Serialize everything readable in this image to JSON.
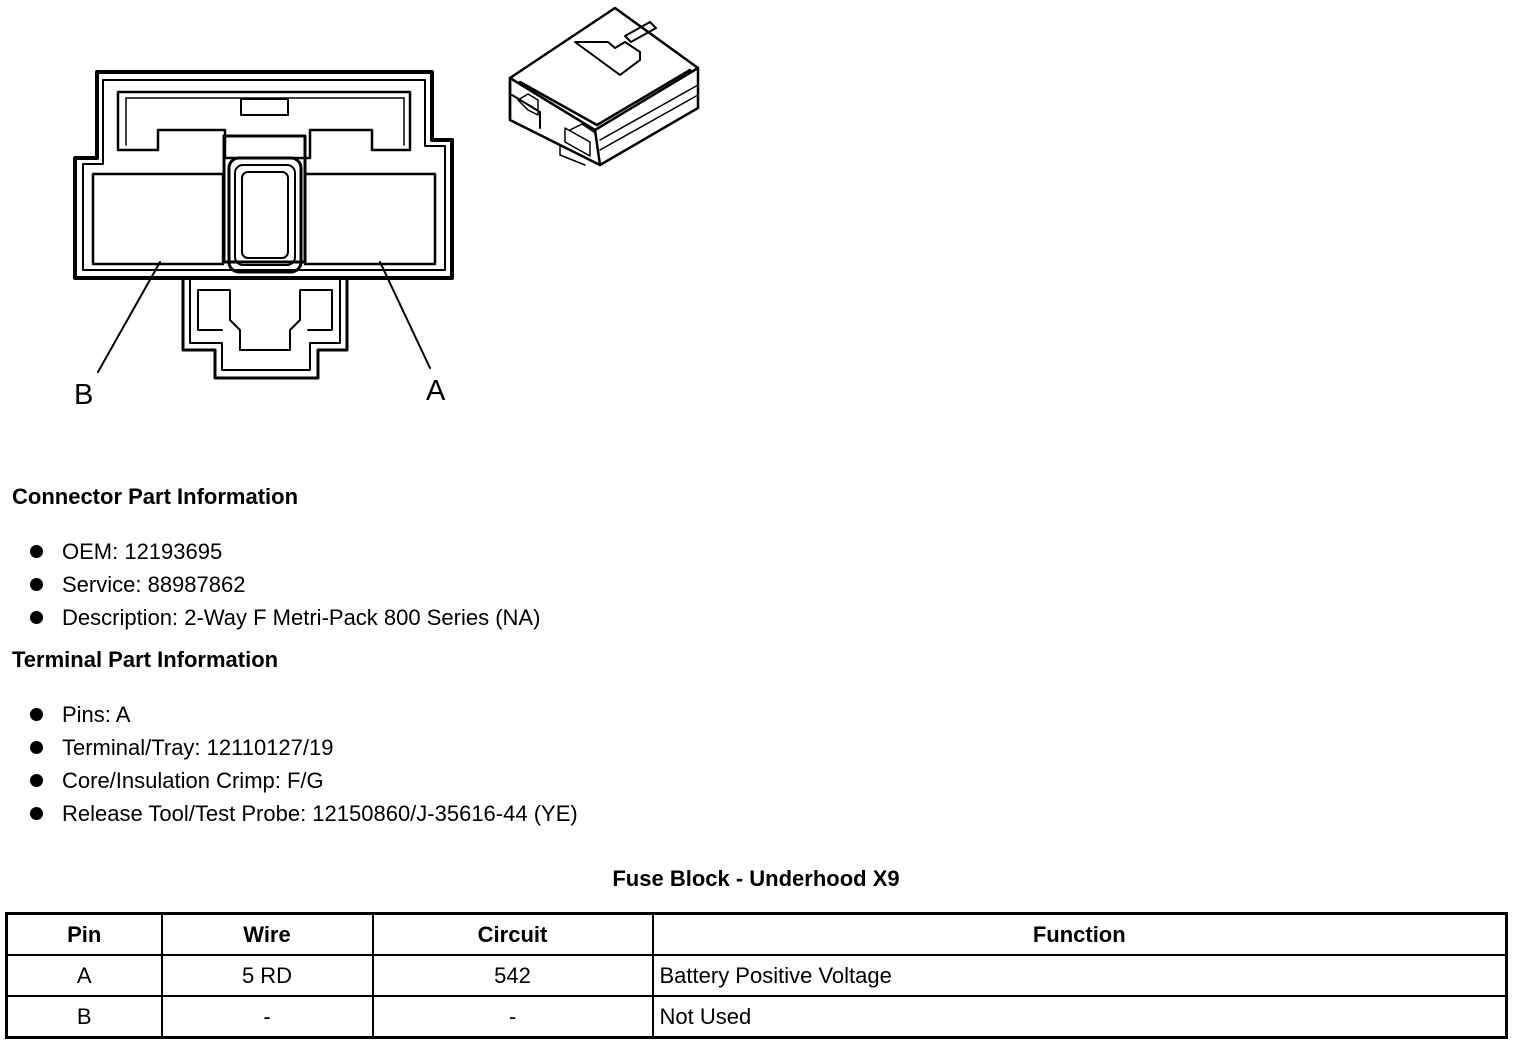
{
  "diagram": {
    "pin_labels": [
      "A",
      "B"
    ]
  },
  "connector_section": {
    "title": "Connector Part Information",
    "items": [
      "OEM: 12193695",
      "Service: 88987862",
      "Description: 2-Way F Metri-Pack 800 Series (NA)"
    ]
  },
  "terminal_section": {
    "title": "Terminal Part Information",
    "items": [
      "Pins: A",
      "Terminal/Tray: 12110127/19",
      "Core/Insulation Crimp: F/G",
      "Release Tool/Test Probe: 12150860/J-35616-44 (YE)"
    ]
  },
  "table": {
    "title": "Fuse Block - Underhood X9",
    "headers": [
      "Pin",
      "Wire",
      "Circuit",
      "Function"
    ],
    "rows": [
      [
        "A",
        "5 RD",
        "542",
        "Battery Positive Voltage"
      ],
      [
        "B",
        "-",
        "-",
        "Not Used"
      ]
    ]
  }
}
